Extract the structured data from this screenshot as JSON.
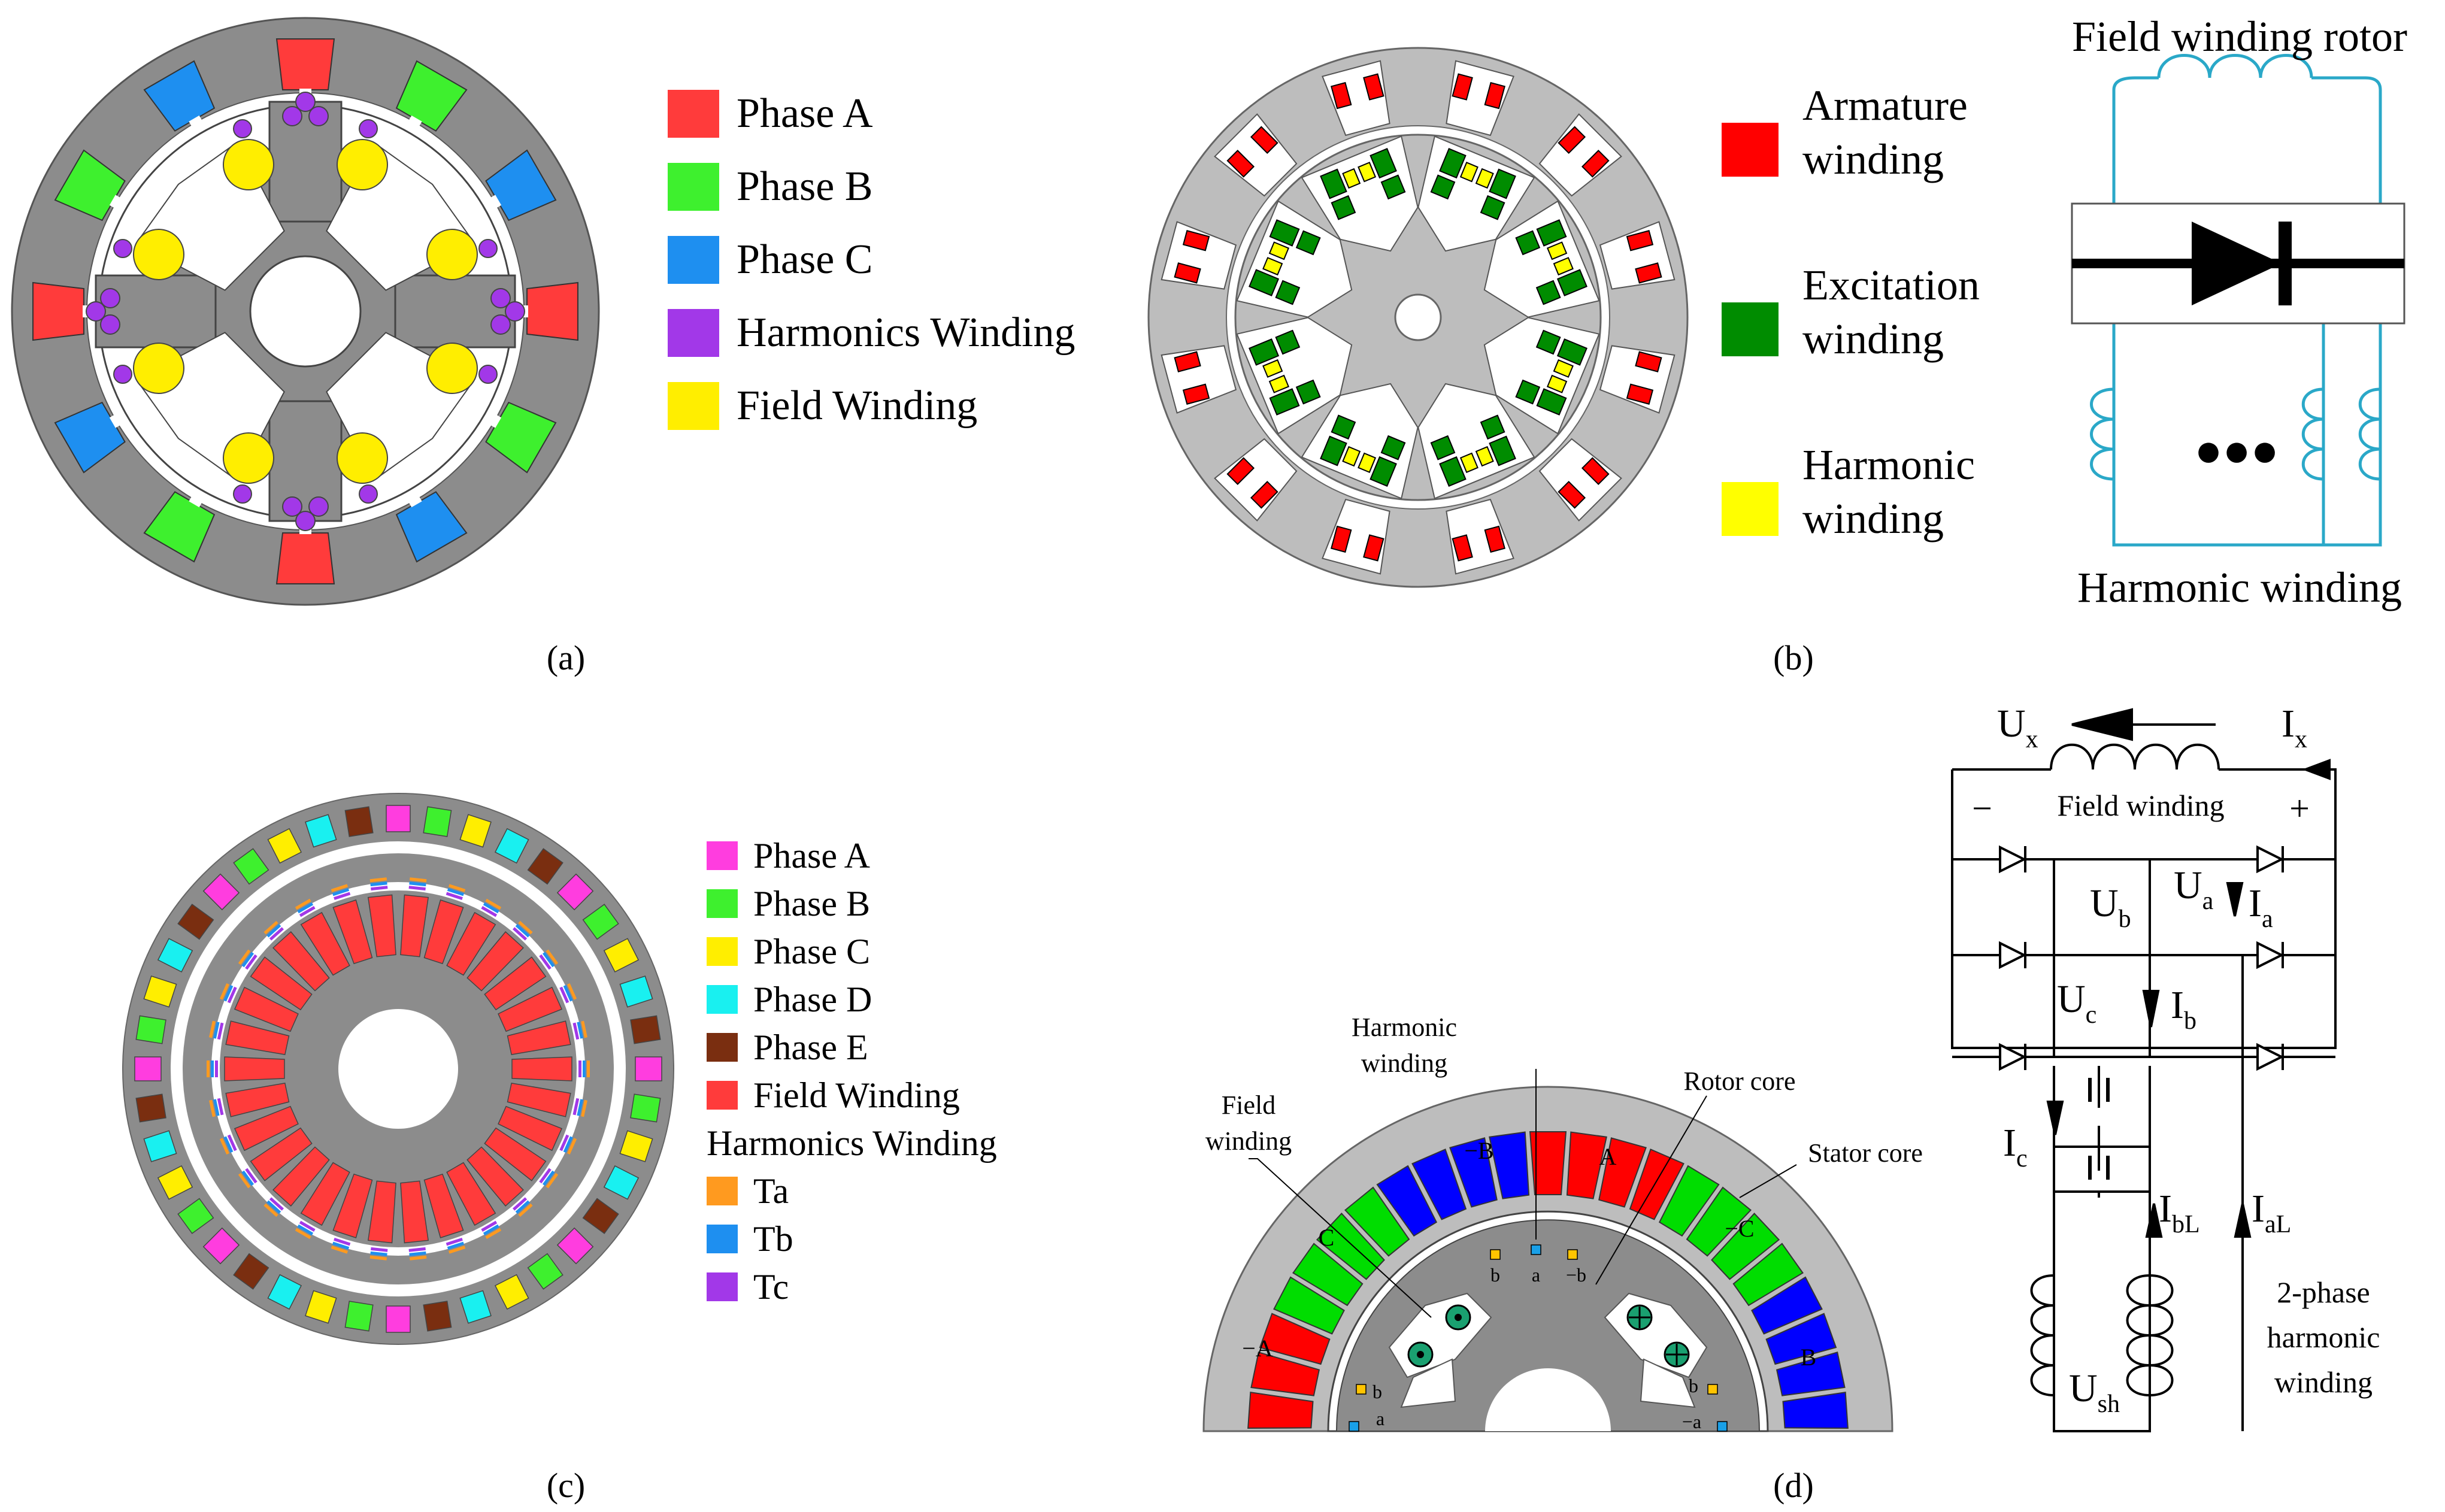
{
  "panels": {
    "a": {
      "caption": "(a)",
      "legend": [
        {
          "label": "Phase A",
          "color": "#ff3b3b"
        },
        {
          "label": "Phase B",
          "color": "#3ef02e"
        },
        {
          "label": "Phase C",
          "color": "#1e8ff0"
        },
        {
          "label": "Harmonics Winding",
          "color": "#a238e8"
        },
        {
          "label": "Field Winding",
          "color": "#ffee00"
        }
      ]
    },
    "b": {
      "caption": "(b)",
      "legend": [
        {
          "label1": "Armature",
          "label2": "winding",
          "color": "#ff0000"
        },
        {
          "label1": "Excitation",
          "label2": "winding",
          "color": "#008c00"
        },
        {
          "label1": "Harmonic",
          "label2": "winding",
          "color": "#ffff00"
        }
      ],
      "circuit": {
        "top_label": "Field winding rotor",
        "bottom_label": "Harmonic winding",
        "dots": "●●●"
      }
    },
    "c": {
      "caption": "(c)",
      "legend": [
        {
          "label": "Phase A",
          "color": "#ff3ddf"
        },
        {
          "label": "Phase B",
          "color": "#3ef02e"
        },
        {
          "label": "Phase C",
          "color": "#ffee00"
        },
        {
          "label": "Phase D",
          "color": "#19f0f0"
        },
        {
          "label": "Phase E",
          "color": "#7a2e10"
        },
        {
          "label": "Field Winding",
          "color": "#ff3b3b"
        },
        {
          "label": "Harmonics Winding",
          "color": null
        },
        {
          "label": "Ta",
          "color": "#ff9a1f"
        },
        {
          "label": "Tb",
          "color": "#1e8ff0"
        },
        {
          "label": "Tc",
          "color": "#a238e8"
        }
      ]
    },
    "d": {
      "caption": "(d)",
      "labels": {
        "harmonic1": "Harmonic",
        "harmonic2": "winding",
        "field1": "Field",
        "field2": "winding",
        "rotor_core": "Rotor core",
        "stator_core": "Stator core",
        "slot_minus_b": "−B",
        "slot_a": "A",
        "slot_minus_c": "−C",
        "slot_c": "C",
        "slot_b": "B",
        "slot_minus_a": "−A",
        "small_b": "b",
        "small_a": "a",
        "small_minus_b": "−b",
        "small_minus_a": "−a"
      },
      "circuit": {
        "ux": "U",
        "ux_sub": "x",
        "ix": "I",
        "ix_sub": "x",
        "minus": "−",
        "plus": "+",
        "field_winding": "Field winding",
        "ub": "U",
        "ub_sub": "b",
        "ua": "U",
        "ua_sub": "a",
        "ia": "I",
        "ia_sub": "a",
        "uc": "U",
        "uc_sub": "c",
        "ib": "I",
        "ib_sub": "b",
        "ic": "I",
        "ic_sub": "c",
        "ibl": "I",
        "ibl_sub": "bL",
        "ial": "I",
        "ial_sub": "aL",
        "ush": "U",
        "ush_sub": "sh",
        "hw1": "2-phase",
        "hw2": "harmonic",
        "hw3": "winding"
      }
    }
  },
  "colors": {
    "stator_gray": "#8c8c8c",
    "light_gray": "#bdbdbd",
    "dark_gray": "#7a7a7a",
    "circuit_blue": "#2aa8c8"
  }
}
